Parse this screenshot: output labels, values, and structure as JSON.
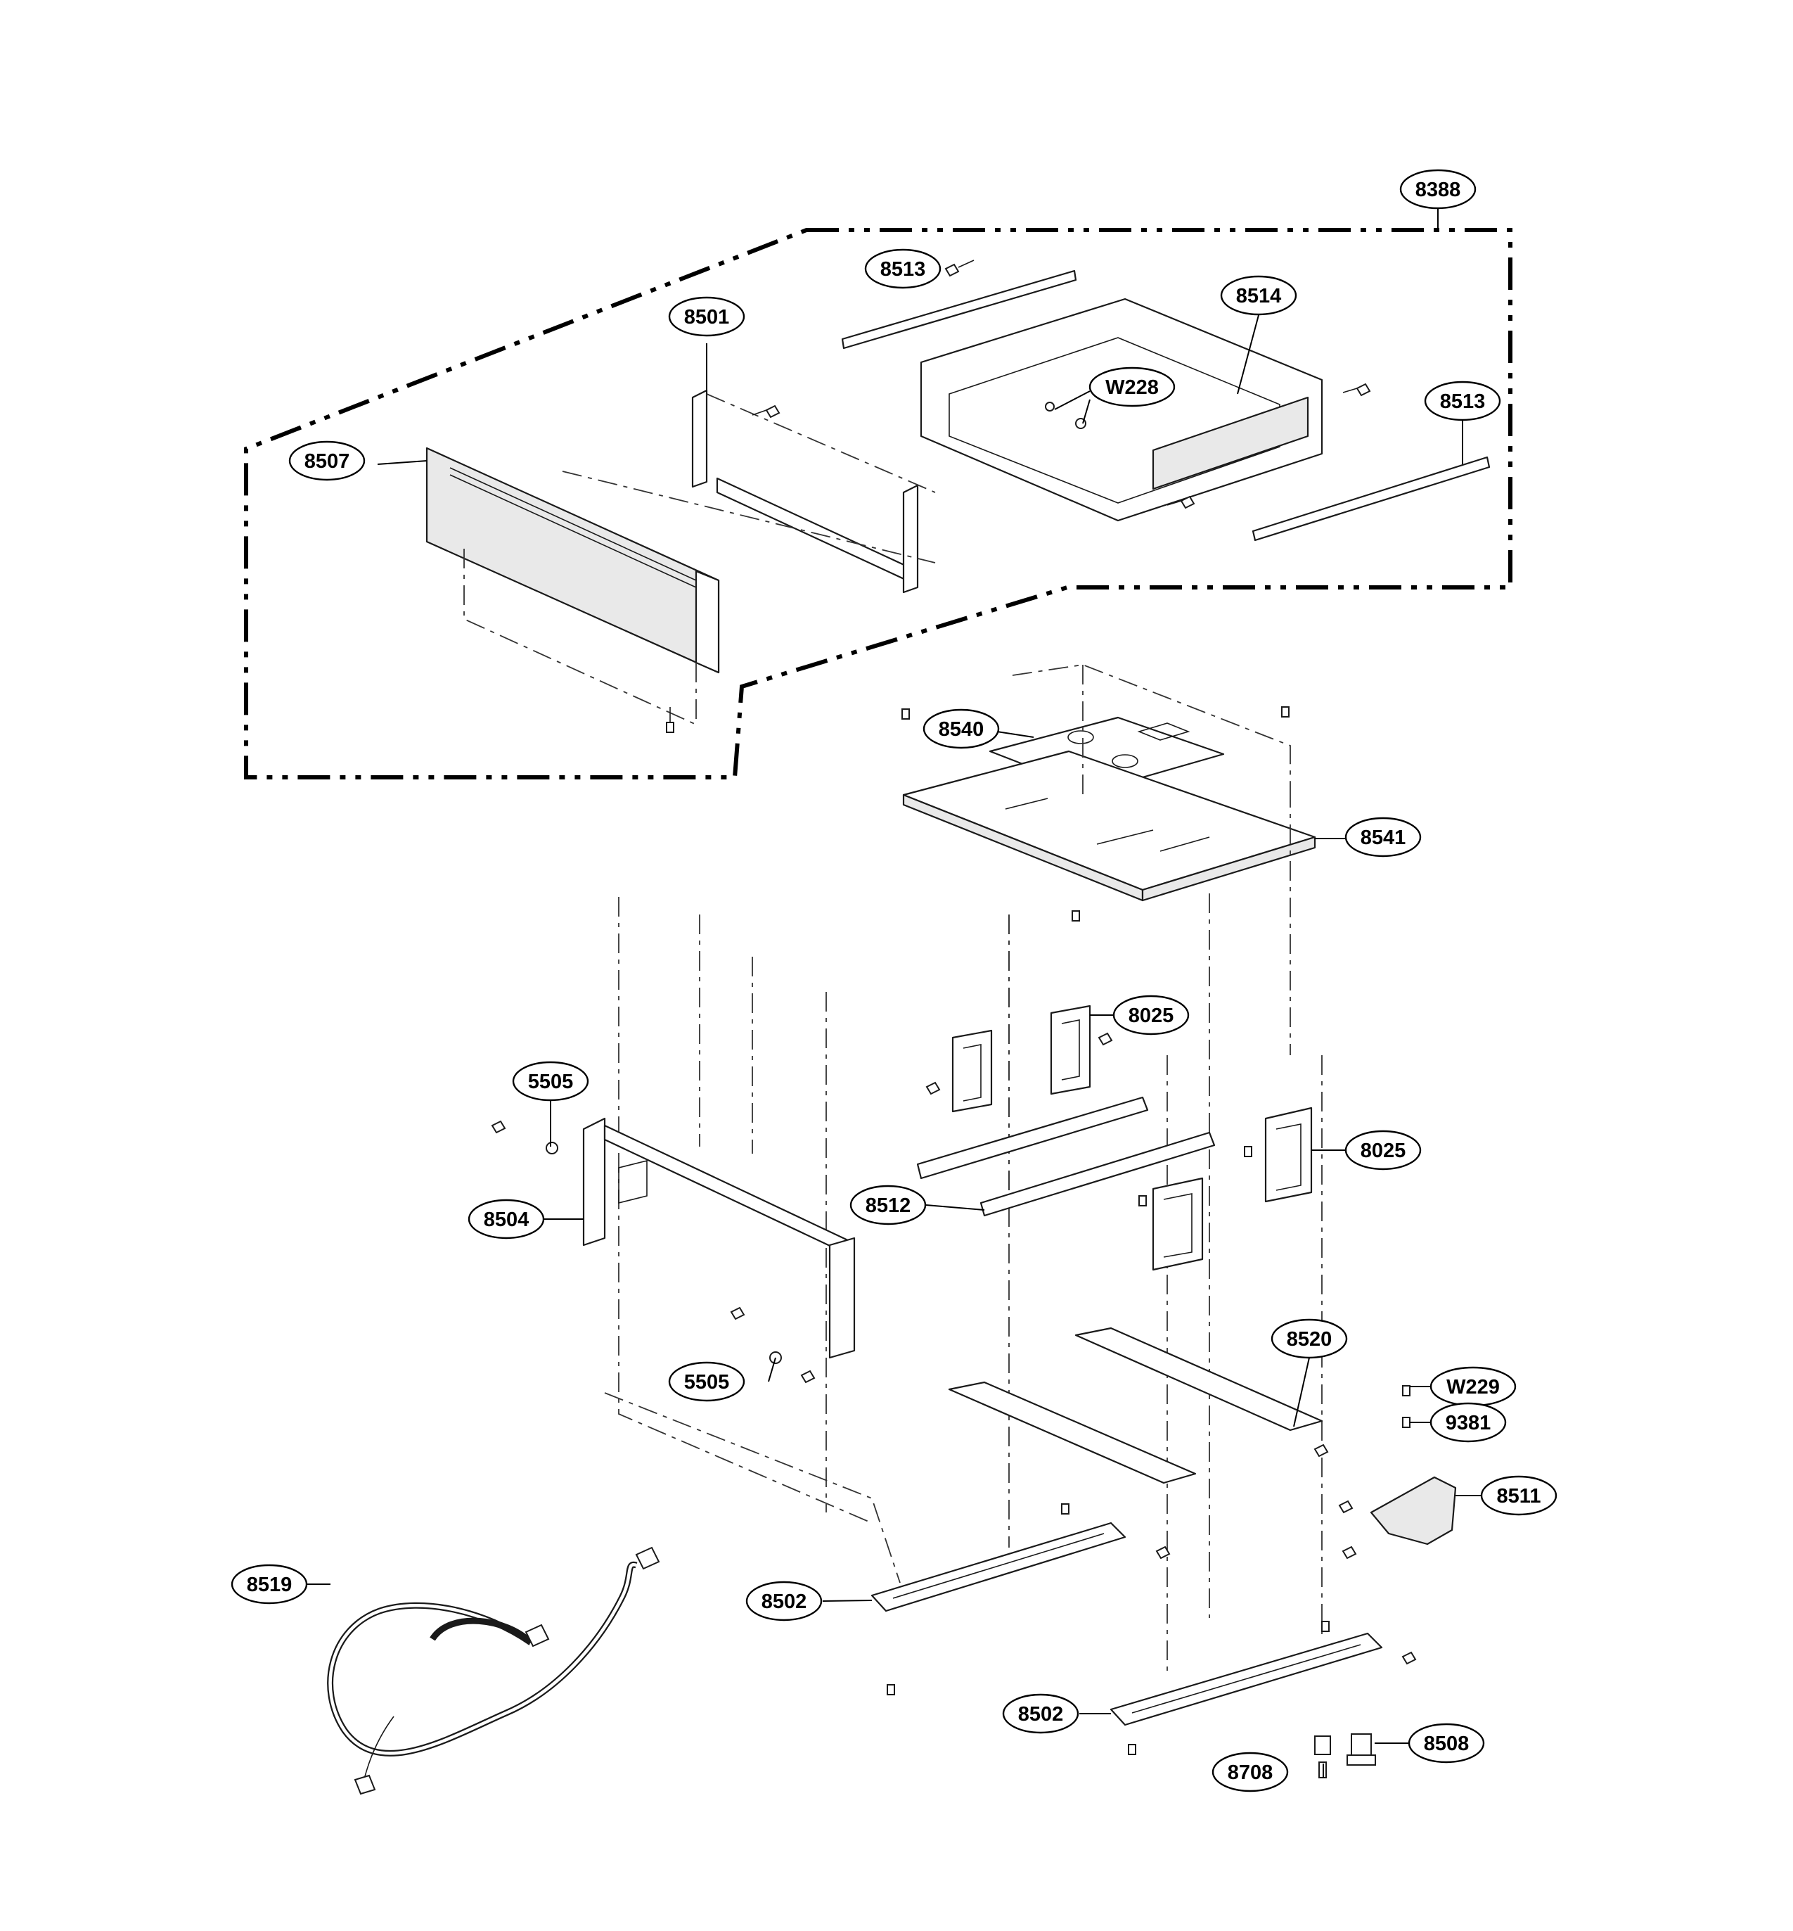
{
  "diagram": {
    "boundary_label": "8388",
    "callouts": [
      {
        "id": "c8388",
        "label": "8388"
      },
      {
        "id": "c8513a",
        "label": "8513"
      },
      {
        "id": "c8514",
        "label": "8514"
      },
      {
        "id": "c8501",
        "label": "8501"
      },
      {
        "id": "cW228",
        "label": "W228"
      },
      {
        "id": "c8513b",
        "label": "8513"
      },
      {
        "id": "c8507",
        "label": "8507"
      },
      {
        "id": "c8540",
        "label": "8540"
      },
      {
        "id": "c8541",
        "label": "8541"
      },
      {
        "id": "c8025a",
        "label": "8025"
      },
      {
        "id": "c5505a",
        "label": "5505"
      },
      {
        "id": "c8025b",
        "label": "8025"
      },
      {
        "id": "c8504",
        "label": "8504"
      },
      {
        "id": "c8512",
        "label": "8512"
      },
      {
        "id": "c8520",
        "label": "8520"
      },
      {
        "id": "c5505b",
        "label": "5505"
      },
      {
        "id": "cW229",
        "label": "W229"
      },
      {
        "id": "c9381",
        "label": "9381"
      },
      {
        "id": "c8511",
        "label": "8511"
      },
      {
        "id": "c8519",
        "label": "8519"
      },
      {
        "id": "c8502a",
        "label": "8502"
      },
      {
        "id": "c8502b",
        "label": "8502"
      },
      {
        "id": "c8508",
        "label": "8508"
      },
      {
        "id": "c8708",
        "label": "8708"
      }
    ]
  }
}
